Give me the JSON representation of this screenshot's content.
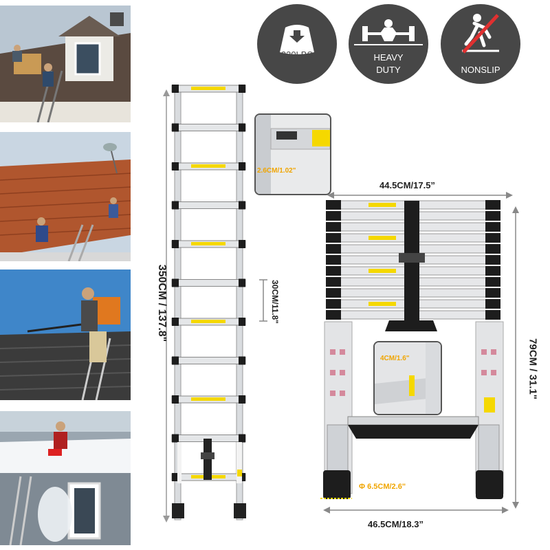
{
  "badges": {
    "weight": {
      "label": "330LBS",
      "icon": "weight-icon"
    },
    "duty": {
      "line1": "HEAVY",
      "line2": "DUTY",
      "icon": "barbell-icon"
    },
    "slip": {
      "label": "NONSLIP",
      "icon": "nonslip-icon"
    }
  },
  "dimensions": {
    "height_extended": "350CM / 137.8\"",
    "rung_spacing": "30CM/11.8\"",
    "rung_thickness": "2.6CM/1.02\"",
    "top_width": "44.5CM/17.5”",
    "collapsed_height": "79CM / 31.1\"",
    "step_depth": "4CM/1.6\"",
    "foot_diameter": "Φ 6.5CM/2.6\"",
    "base_width": "46.5CM/18.3”"
  },
  "colors": {
    "badge_bg": "#474747",
    "accent_yellow": "#f5d800",
    "callout_orange": "#f0a500",
    "dimension_text": "#222222"
  }
}
